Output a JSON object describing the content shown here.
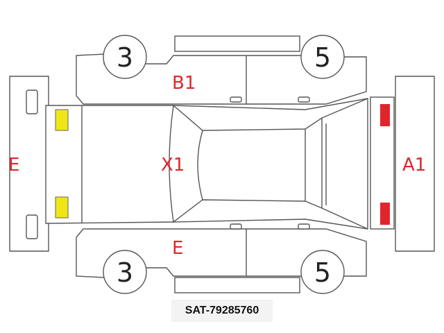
{
  "diagram": {
    "wheels": {
      "top_left": "3",
      "top_right": "5",
      "bottom_left": "3",
      "bottom_right": "5"
    },
    "marks": {
      "roof_pillar": "B1",
      "windshield": "X1",
      "left_side": "E",
      "rear_panel": "E",
      "front_panel": "A1"
    },
    "colors": {
      "mark_text": "#e0262b",
      "rear_lamps": "#f0e615",
      "front_lamps": "#e0262b",
      "outline": "#555555"
    }
  },
  "caption": "SAT-79285760"
}
